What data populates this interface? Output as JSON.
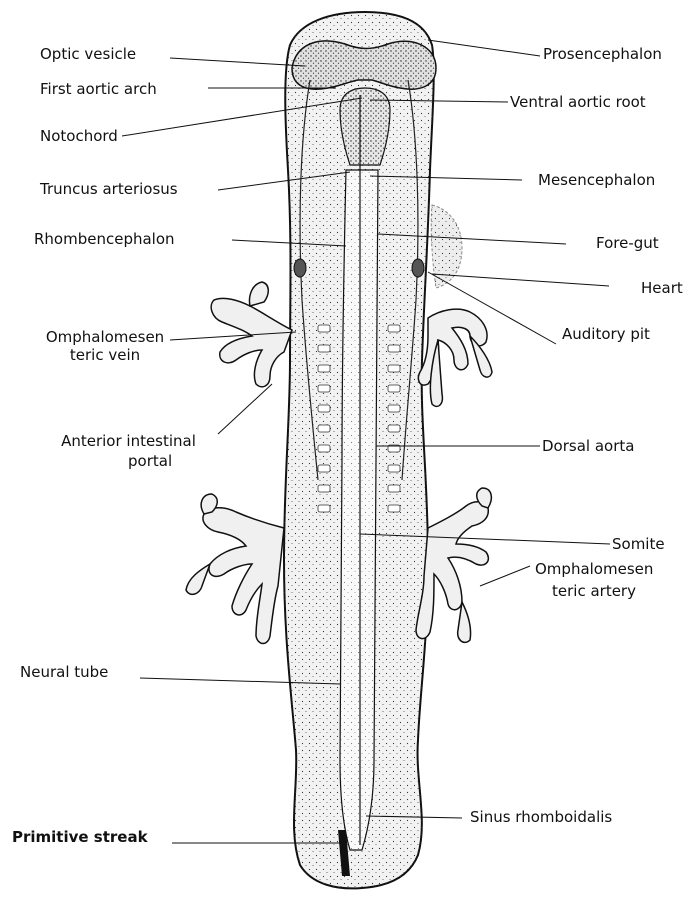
{
  "labels": {
    "optic_vesicle": "Optic vesicle",
    "first_aortic_arch": "First aortic arch",
    "notochord": "Notochord",
    "truncus_arteriosus": "Truncus arteriosus",
    "rhombencephalon": "Rhombencephalon",
    "omphalomesenteric_vein_1": "Omphalomesen",
    "omphalomesenteric_vein_2": "teric vein",
    "anterior_intestinal_portal_1": "Anterior intestinal",
    "anterior_intestinal_portal_2": "portal",
    "neural_tube": "Neural tube",
    "primitive_streak": "Primitive streak",
    "prosencephalon": "Prosencephalon",
    "ventral_aortic_root": "Ventral aortic root",
    "mesencephalon": "Mesencephalon",
    "fore_gut": "Fore-gut",
    "heart": "Heart",
    "auditory_pit": "Auditory pit",
    "dorsal_aorta": "Dorsal aorta",
    "somite": "Somite",
    "omphalomesenteric_artery_1": "Omphalomesen",
    "omphalomesenteric_artery_2": "teric artery",
    "sinus_rhomboidalis": "Sinus rhomboidalis"
  }
}
